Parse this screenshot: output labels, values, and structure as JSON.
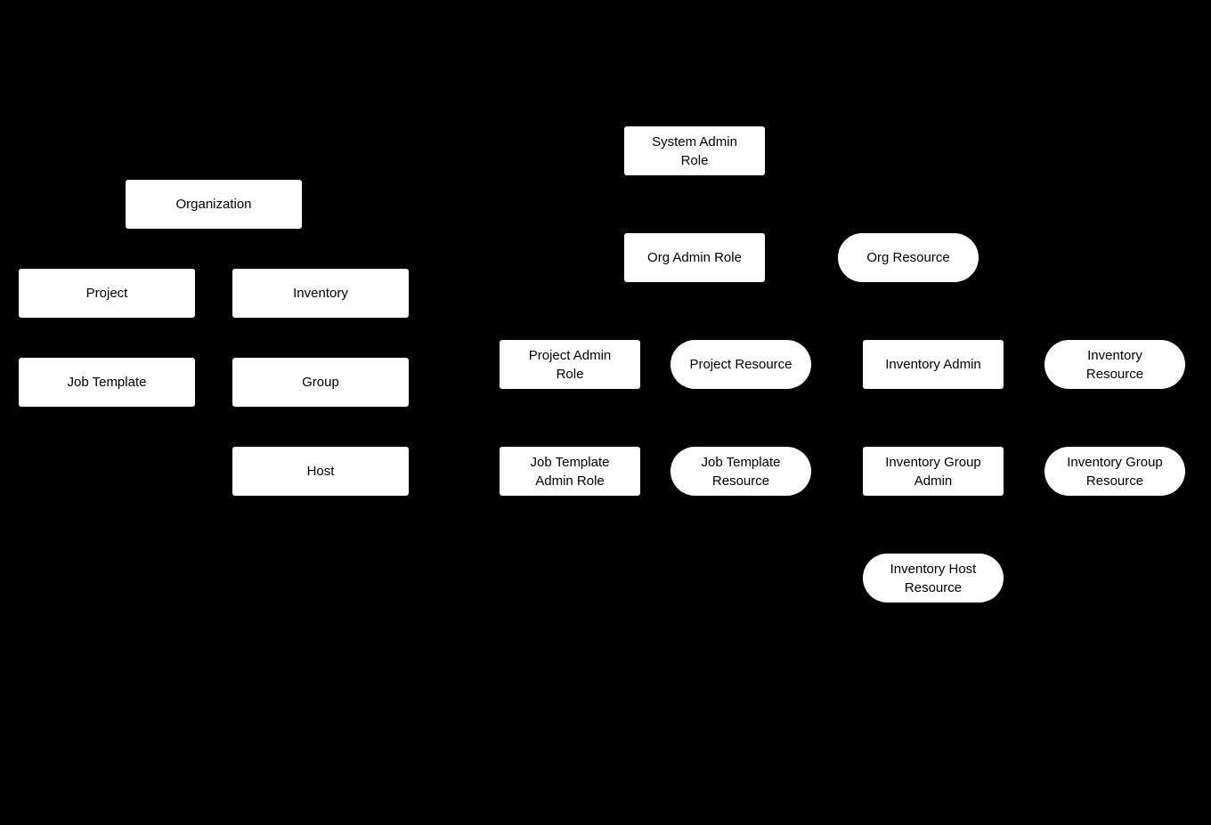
{
  "diagram": {
    "background_color": "#000000",
    "node_fill_color": "#ffffff",
    "node_text_color": "#000000",
    "nodes": {
      "organization": {
        "label": "Organization",
        "shape": "rect"
      },
      "project": {
        "label": "Project",
        "shape": "rect"
      },
      "inventory": {
        "label": "Inventory",
        "shape": "rect"
      },
      "job_template": {
        "label": "Job Template",
        "shape": "rect"
      },
      "group": {
        "label": "Group",
        "shape": "rect"
      },
      "host": {
        "label": "Host",
        "shape": "rect"
      },
      "system_admin_role": {
        "label": "System Admin\nRole",
        "shape": "rect"
      },
      "org_admin_role": {
        "label": "Org Admin Role",
        "shape": "rect"
      },
      "org_resource": {
        "label": "Org Resource",
        "shape": "stadium"
      },
      "project_admin_role": {
        "label": "Project Admin\nRole",
        "shape": "rect"
      },
      "project_resource": {
        "label": "Project Resource",
        "shape": "stadium"
      },
      "inventory_admin": {
        "label": "Inventory Admin",
        "shape": "rect"
      },
      "inventory_resource": {
        "label": "Inventory\nResource",
        "shape": "stadium"
      },
      "job_template_admin_role": {
        "label": "Job Template\nAdmin Role",
        "shape": "rect"
      },
      "job_template_resource": {
        "label": "Job Template\nResource",
        "shape": "stadium"
      },
      "inventory_group_admin": {
        "label": "Inventory Group\nAdmin",
        "shape": "rect"
      },
      "inventory_group_resource": {
        "label": "Inventory Group\nResource",
        "shape": "stadium"
      },
      "inventory_host_resource": {
        "label": "Inventory Host\nResource",
        "shape": "stadium"
      }
    }
  }
}
